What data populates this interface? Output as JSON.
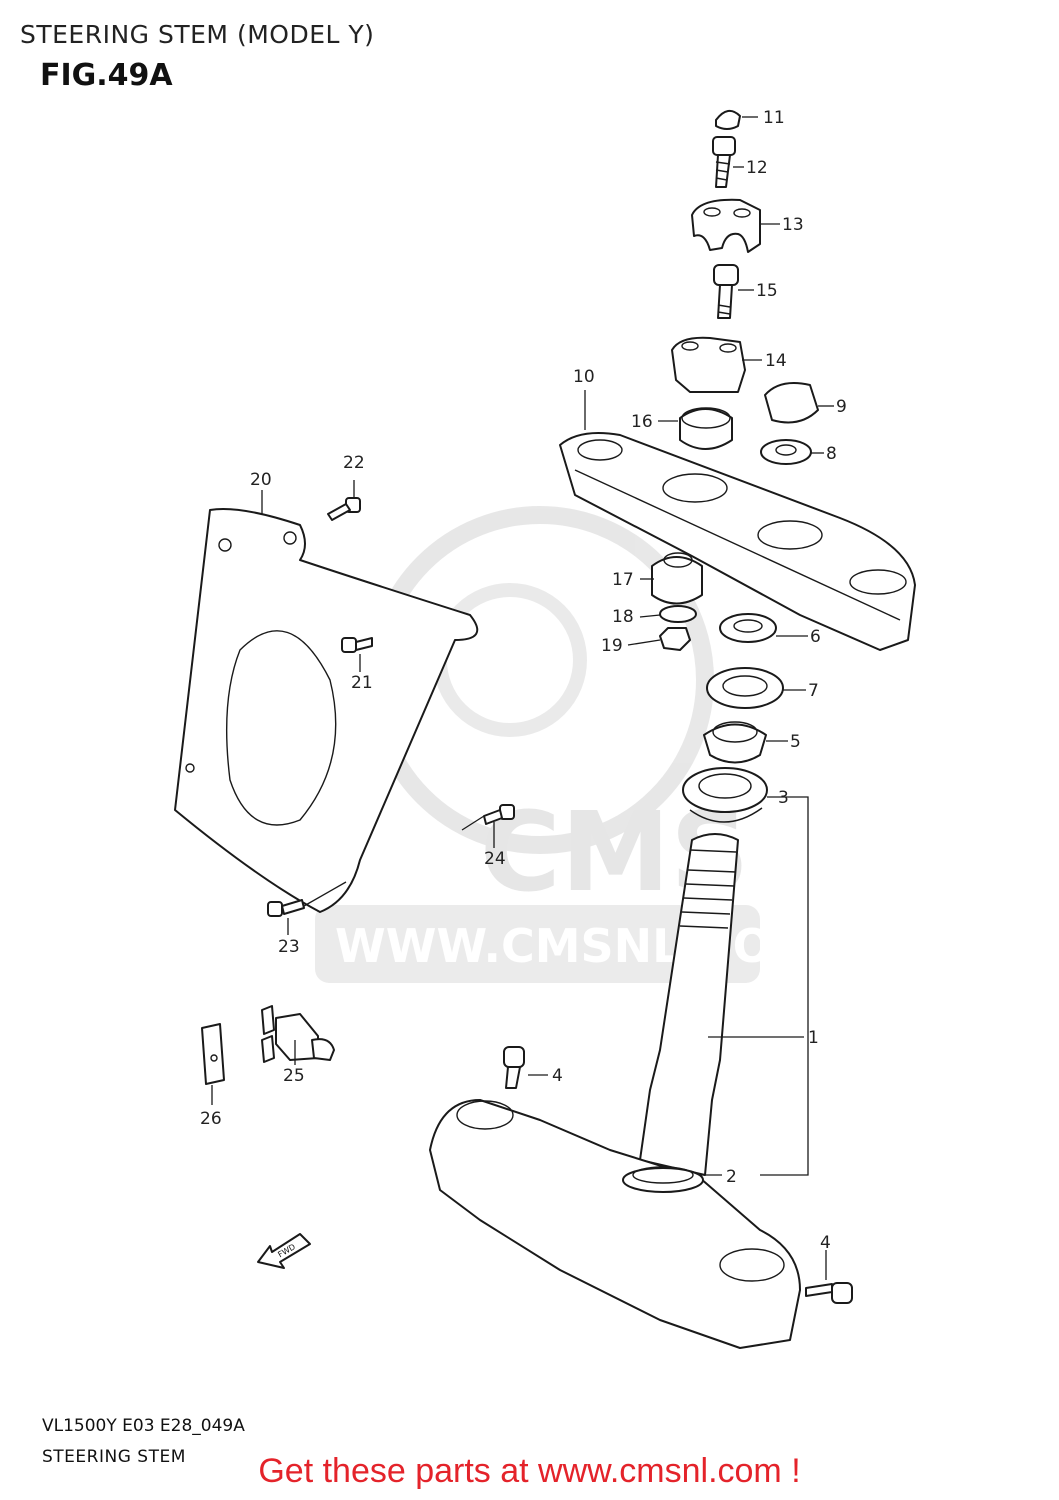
{
  "header": {
    "title": "STEERING STEM (MODEL Y)",
    "figure": "FIG.49A"
  },
  "watermark": {
    "brand": "CMS",
    "url": "WWW.CMSNL.COM",
    "color": "#d9d9d9"
  },
  "callouts": [
    {
      "id": "c1",
      "label": "1"
    },
    {
      "id": "c2",
      "label": "2"
    },
    {
      "id": "c3",
      "label": "3"
    },
    {
      "id": "c4a",
      "label": "4"
    },
    {
      "id": "c4b",
      "label": "4"
    },
    {
      "id": "c5",
      "label": "5"
    },
    {
      "id": "c6",
      "label": "6"
    },
    {
      "id": "c7",
      "label": "7"
    },
    {
      "id": "c8",
      "label": "8"
    },
    {
      "id": "c9",
      "label": "9"
    },
    {
      "id": "c10",
      "label": "10"
    },
    {
      "id": "c11",
      "label": "11"
    },
    {
      "id": "c12",
      "label": "12"
    },
    {
      "id": "c13",
      "label": "13"
    },
    {
      "id": "c14",
      "label": "14"
    },
    {
      "id": "c15",
      "label": "15"
    },
    {
      "id": "c16",
      "label": "16"
    },
    {
      "id": "c17",
      "label": "17"
    },
    {
      "id": "c18",
      "label": "18"
    },
    {
      "id": "c19",
      "label": "19"
    },
    {
      "id": "c20",
      "label": "20"
    },
    {
      "id": "c21",
      "label": "21"
    },
    {
      "id": "c22",
      "label": "22"
    },
    {
      "id": "c23",
      "label": "23"
    },
    {
      "id": "c24",
      "label": "24"
    },
    {
      "id": "c25",
      "label": "25"
    },
    {
      "id": "c26",
      "label": "26"
    }
  ],
  "arrow_label": "FWD",
  "footer": {
    "code": "VL1500Y E03 E28_049A",
    "title": "STEERING STEM",
    "promo": "Get these parts at www.cmsnl.com !",
    "promo_color": "#e4232a"
  }
}
